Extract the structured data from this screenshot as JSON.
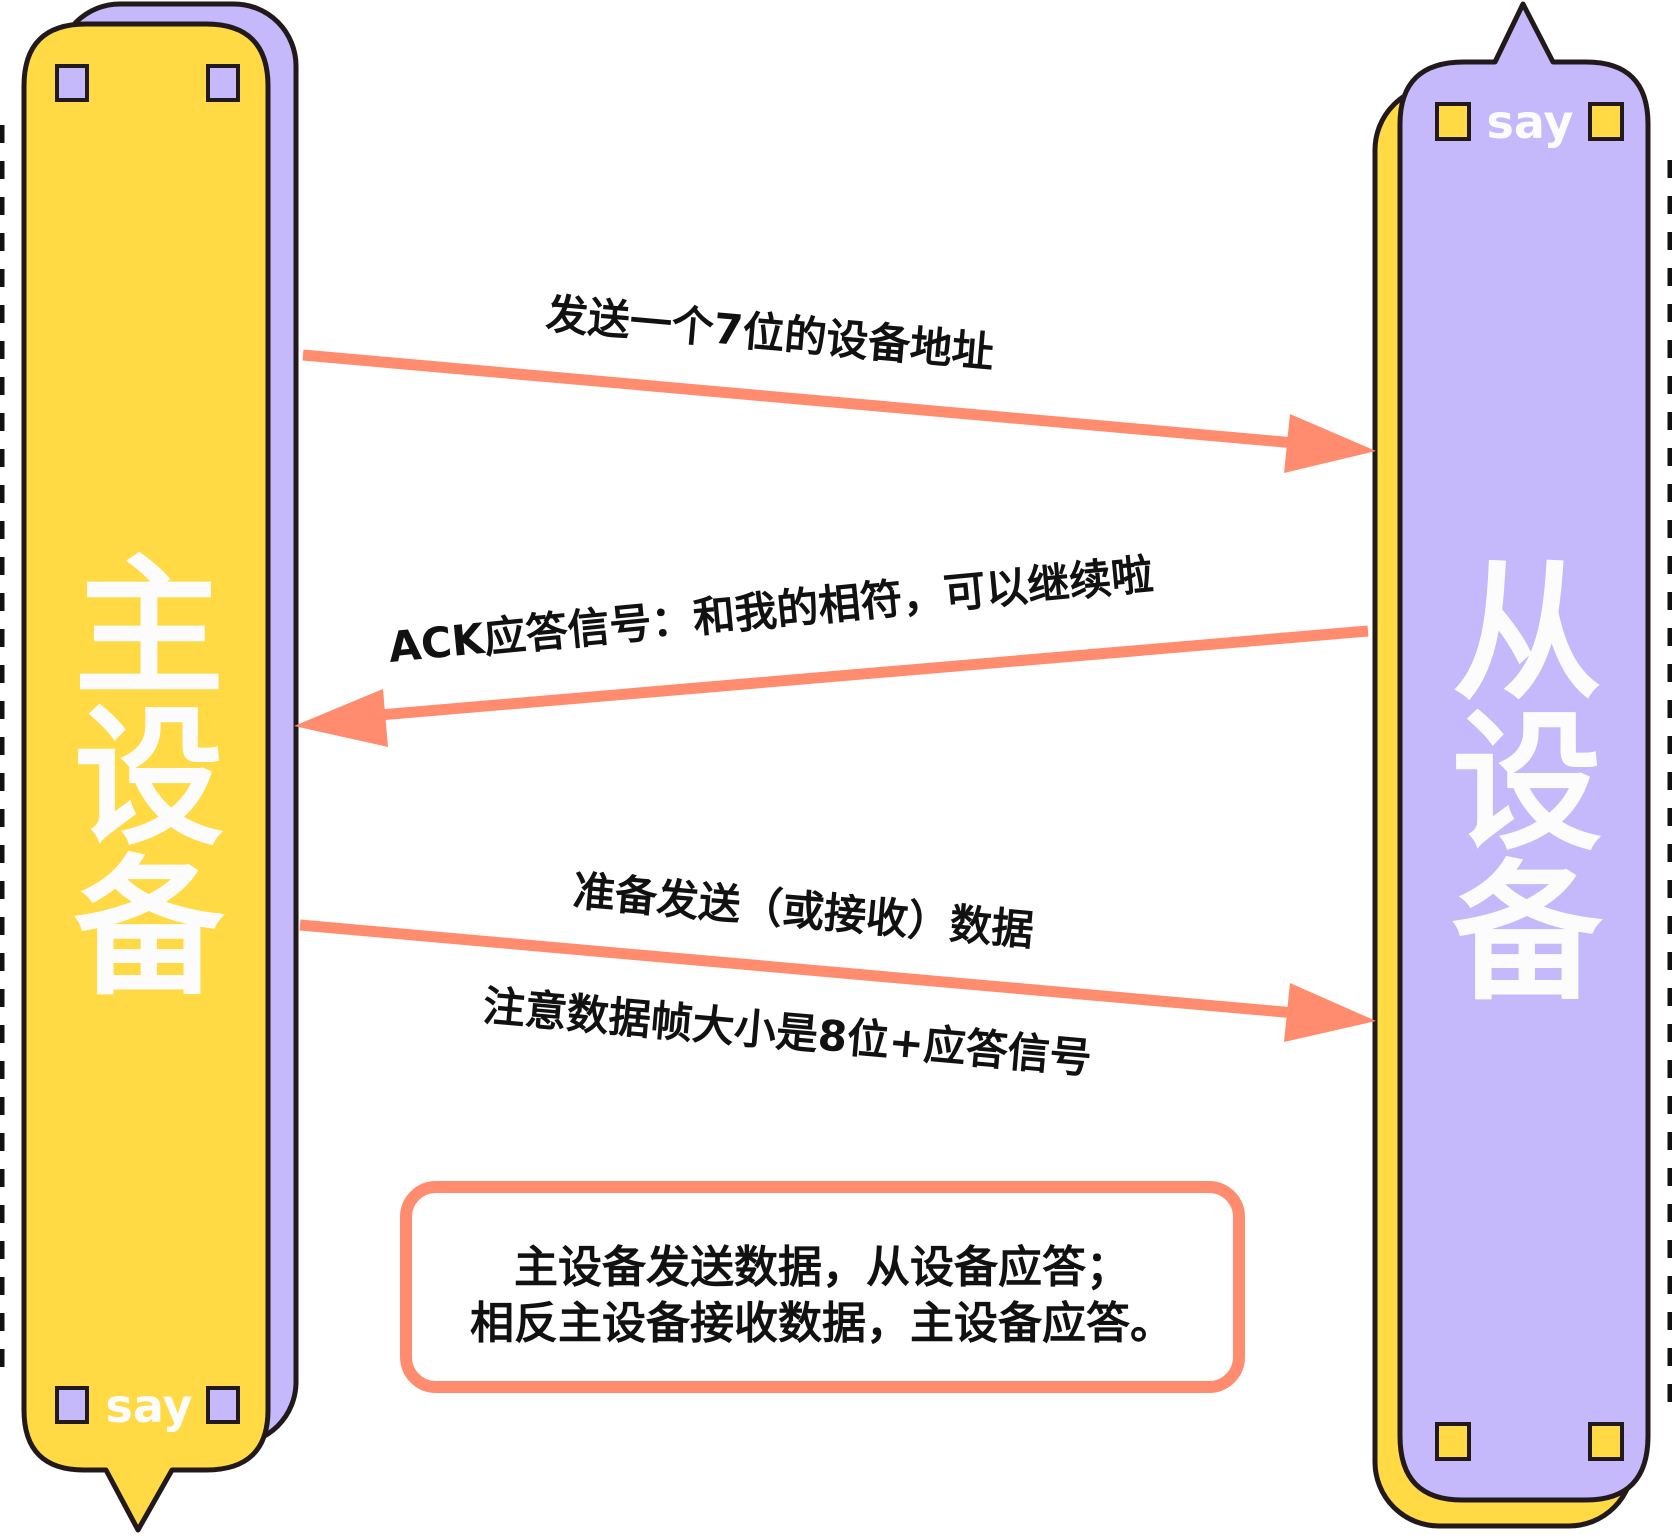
{
  "colors": {
    "yellow": "#FFDA45",
    "purple": "#C5B8FB",
    "arrow": "#FF8C6E",
    "outline": "#221A1A",
    "text_white": "#FDFCFD",
    "text_dark": "#111111"
  },
  "master": {
    "title_chars": [
      "主",
      "设",
      "备"
    ],
    "title": "主设备",
    "say_label": "say"
  },
  "slave": {
    "title_chars": [
      "从",
      "设",
      "备"
    ],
    "title": "从设备",
    "say_label": "say"
  },
  "messages": [
    {
      "direction": "master-to-slave",
      "label": "发送一个7位的设备地址"
    },
    {
      "direction": "slave-to-master",
      "label": "ACK应答信号：和我的相符，可以继续啦"
    },
    {
      "direction": "master-to-slave",
      "label": "准备发送（或接收）数据",
      "sublabel": "注意数据帧大小是8位+应答信号"
    }
  ],
  "note": {
    "line1": "主设备发送数据，从设备应答；",
    "line2": "相反主设备接收数据，主设备应答。"
  }
}
